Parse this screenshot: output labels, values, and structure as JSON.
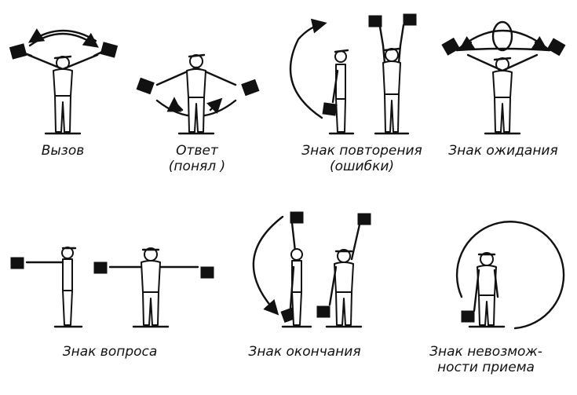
{
  "signals": [
    {
      "id": "call",
      "lines": [
        "Вызов"
      ]
    },
    {
      "id": "answer",
      "lines": [
        "Ответ",
        "(понял )"
      ]
    },
    {
      "id": "repeat",
      "lines": [
        "Знак повторения",
        "(ошибки)"
      ]
    },
    {
      "id": "wait",
      "lines": [
        "Знак ожидания"
      ]
    },
    {
      "id": "question",
      "lines": [
        "Знак вопроса"
      ]
    },
    {
      "id": "end",
      "lines": [
        "Знак окончания"
      ]
    },
    {
      "id": "cannot-receive",
      "lines": [
        "Знак невозмож-",
        "ности приема"
      ]
    }
  ],
  "colors": {
    "ink": "#111111",
    "background": "#ffffff"
  }
}
